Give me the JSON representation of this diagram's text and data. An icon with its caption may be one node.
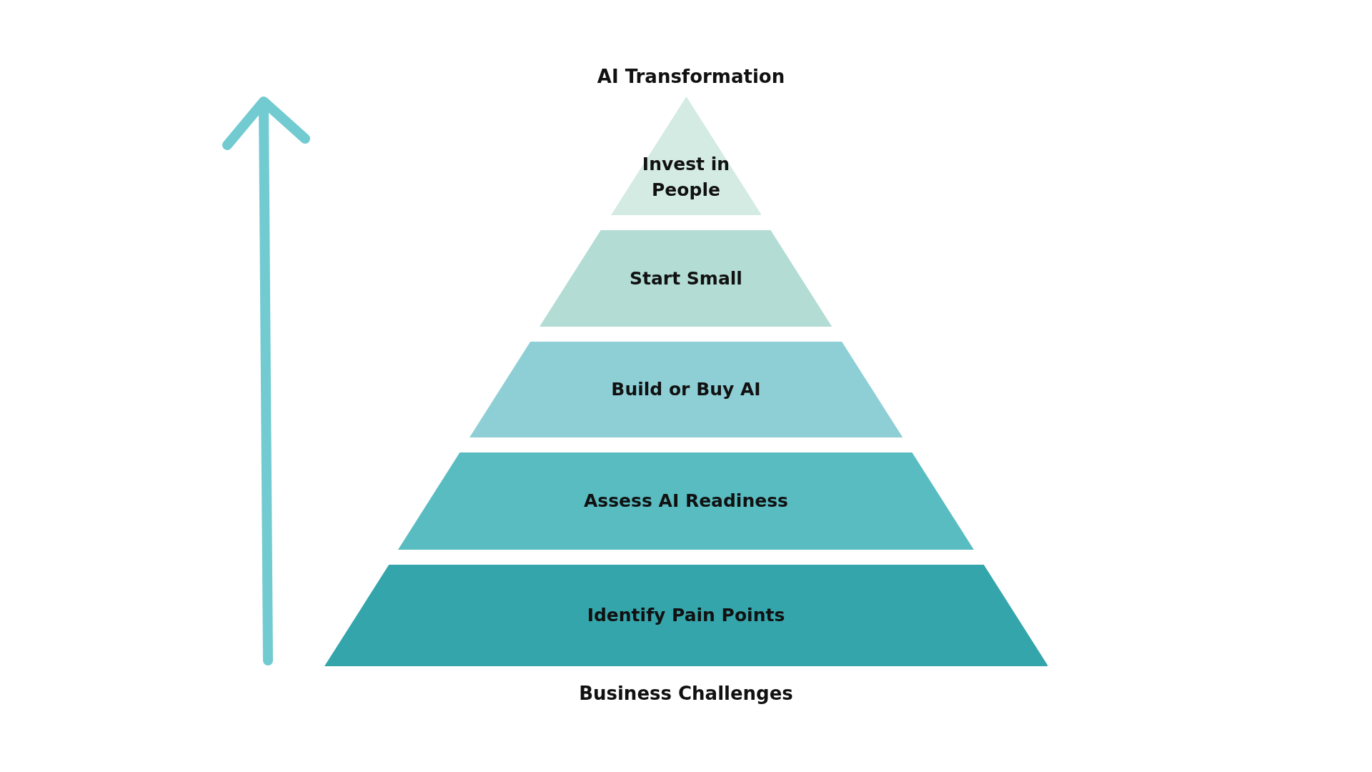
{
  "diagram": {
    "nodes": [
      {
        "text": [
          "Invest in People"
        ]
      },
      {
        "text": [
          "Start Small"
        ]
      },
      {
        "text": [
          "Build or Buy AI"
        ]
      },
      {
        "text": [
          "Assess AI Readiness"
        ]
      },
      {
        "text": [
          "Identify Pain Points"
        ]
      }
    ],
    "labels": [
      "AI Transformation",
      "Business Challenges"
    ]
  }
}
